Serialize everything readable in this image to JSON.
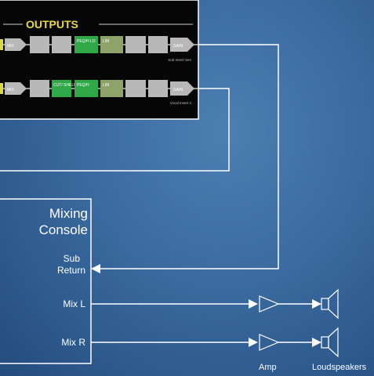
{
  "outputs_panel": {
    "title": "OUTPUTS",
    "row1": {
      "blocks": [
        "MIX",
        "",
        "",
        "PEQ/H LO",
        "LIM",
        "",
        "",
        "GAIN"
      ],
      "caption": "Sub Insert Sen"
    },
    "row2": {
      "blocks": [
        "MIX",
        "",
        "CUT/ SHELF",
        "PEQ/H",
        "LIM",
        "",
        "",
        "GAIN"
      ],
      "caption": "Vocal Insert 2"
    }
  },
  "console": {
    "title_line1": "Mixing",
    "title_line2": "Console",
    "sub_return_line1": "Sub",
    "sub_return_line2": "Return",
    "mix_l": "Mix L",
    "mix_r": "Mix R"
  },
  "labels": {
    "amp": "Amp",
    "loudspeakers": "Loudspeakers"
  },
  "colors": {
    "background": "#3a6a9f",
    "line": "#ffffff",
    "panel": "#060606",
    "block_gray": "#b8b8b8",
    "block_green": "#2fa847",
    "block_olive": "#8da36a",
    "title_yellow": "#e6d84a"
  }
}
